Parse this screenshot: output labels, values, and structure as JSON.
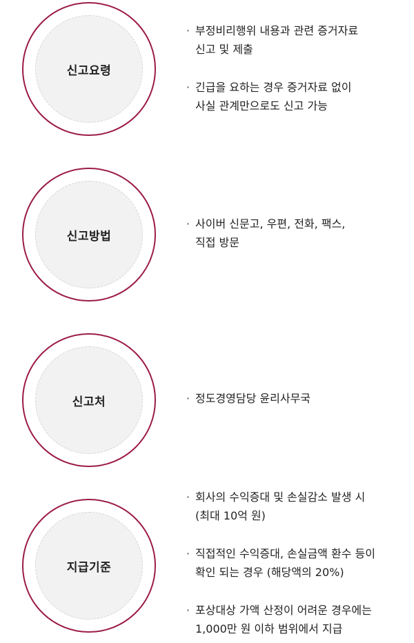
{
  "sections": [
    {
      "title": "신고요령",
      "items": [
        [
          "부정비리행위 내용과 관련 증거자료",
          "신고 및 제출"
        ],
        [
          "긴급을 요하는 경우 증거자료 없이",
          "사실 관계만으로도 신고 가능"
        ]
      ]
    },
    {
      "title": "신고방법",
      "items": [
        [
          "사이버 신문고, 우편, 전화, 팩스,",
          "직접 방문"
        ]
      ]
    },
    {
      "title": "신고처",
      "items": [
        [
          "정도경영담당 윤리사무국"
        ]
      ]
    },
    {
      "title": "지급기준",
      "items": [
        [
          "회사의 수익증대 및 손실감소 발생 시",
          "(최대 10억 원)"
        ],
        [
          "직접적인 수익증대, 손실금액 환수 등이",
          "확인 되는 경우 (해당액의 20%)"
        ],
        [
          "포상대상 가액 산정이 어려운 경우에는",
          "1,000만 원 이하 범위에서 지급"
        ]
      ]
    }
  ],
  "bullet": "·",
  "colors": {
    "accent": "#9b1b45",
    "circle_fill": "#f2f2f2",
    "dash": "#d6d6d6"
  }
}
